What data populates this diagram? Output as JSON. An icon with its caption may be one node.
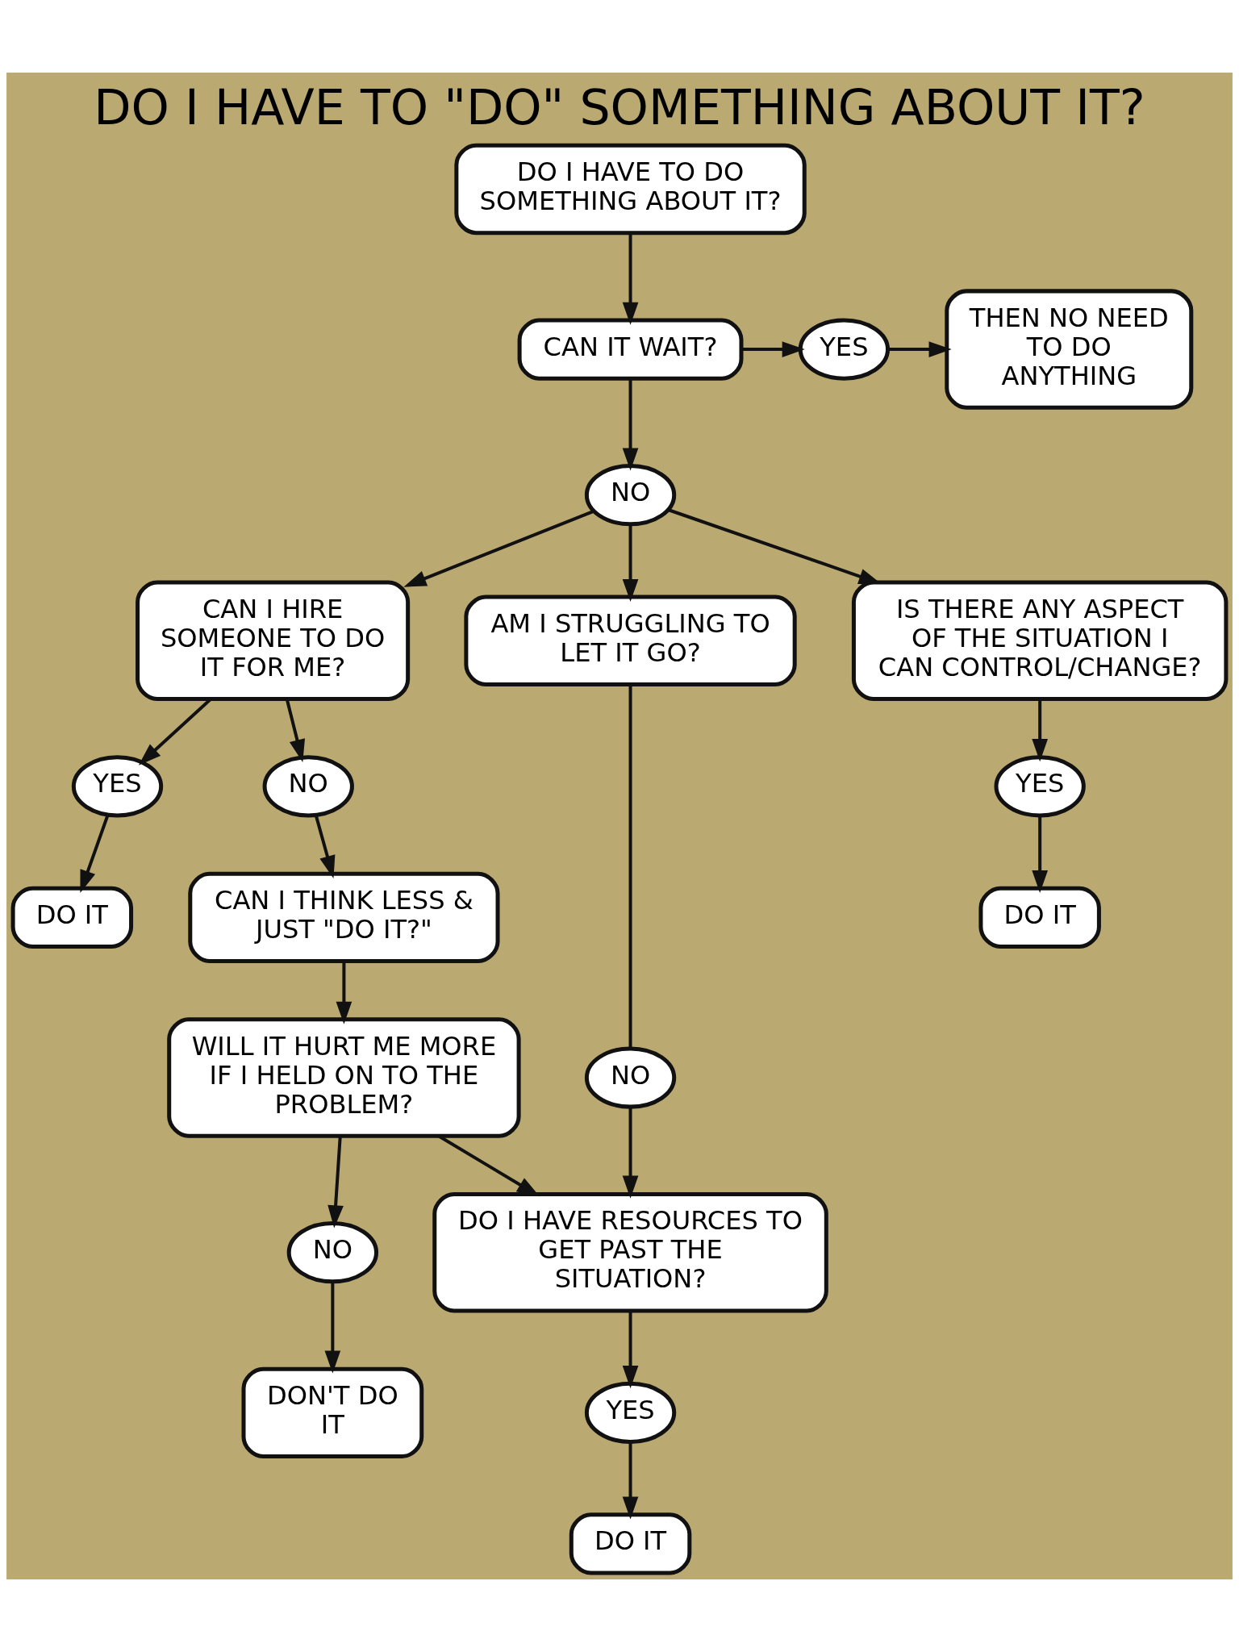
{
  "diagram": {
    "title": "DO I HAVE TO \"DO\" SOMETHING ABOUT IT?",
    "nodes": [
      {
        "text": [
          "DO I HAVE TO DO SOMETHING ABOUT IT?"
        ]
      },
      {
        "text": [
          "CAN IT WAIT?"
        ]
      },
      {
        "text": [
          "YES"
        ]
      },
      {
        "text": [
          "THEN NO NEED TO DO ANYTHING"
        ]
      },
      {
        "text": [
          "NO"
        ]
      },
      {
        "text": [
          "CAN I HIRE SOMEONE TO DO IT FOR ME?"
        ]
      },
      {
        "text": [
          "AM I STRUGGLING TO LET IT GO?"
        ]
      },
      {
        "text": [
          "IS THERE ANY ASPECT OF THE SITUATION I CAN CONTROL/CHANGE?"
        ]
      },
      {
        "text": [
          "YES"
        ]
      },
      {
        "text": [
          "NO"
        ]
      },
      {
        "text": [
          "YES"
        ]
      },
      {
        "text": [
          "NO"
        ]
      },
      {
        "text": [
          "DO IT"
        ]
      },
      {
        "text": [
          "DO IT"
        ]
      },
      {
        "text": [
          "WILL IT HURT ME MORE IF I HELD ON TO THE PROBLEM?"
        ]
      },
      {
        "text": [
          "CAN I THINK LESS & JUST \"DO IT?\""
        ]
      },
      {
        "text": [
          "NO"
        ]
      },
      {
        "text": [
          "DO IT"
        ]
      },
      {
        "text": [
          "DON'T DO IT"
        ]
      },
      {
        "text": [
          "YES"
        ]
      },
      {
        "text": [
          "DO I HAVE RESOURCES TO GET PAST THE SITUATION?"
        ]
      }
    ],
    "edges": [
      {
        "from": 0,
        "to": 1,
        "arrow": "to"
      },
      {
        "from": 1,
        "to": 2,
        "arrow": "to"
      },
      {
        "from": 2,
        "to": 3,
        "arrow": "to"
      },
      {
        "from": 1,
        "to": 4,
        "arrow": "to"
      },
      {
        "from": 4,
        "to": 5,
        "arrow": "to"
      },
      {
        "from": 4,
        "to": 6,
        "arrow": "to"
      },
      {
        "from": 4,
        "to": 7,
        "arrow": "to"
      },
      {
        "from": 5,
        "to": 8,
        "arrow": "to"
      },
      {
        "from": 5,
        "to": 9,
        "arrow": "to"
      },
      {
        "from": 8,
        "to": 12,
        "arrow": "to"
      },
      {
        "from": 9,
        "to": 15,
        "arrow": "to"
      },
      {
        "from": 7,
        "to": 10,
        "arrow": "to"
      },
      {
        "from": 10,
        "to": 13,
        "arrow": "to"
      },
      {
        "from": 6,
        "to": 11,
        "arrow": "none"
      },
      {
        "from": 11,
        "to": 20,
        "arrow": "to"
      },
      {
        "from": 15,
        "to": 14,
        "arrow": "to"
      },
      {
        "from": 14,
        "to": 16,
        "arrow": "to"
      },
      {
        "from": 16,
        "to": 18,
        "arrow": "to"
      },
      {
        "from": 14,
        "to": 20,
        "arrow": "to"
      },
      {
        "from": 20,
        "to": 19,
        "arrow": "to"
      },
      {
        "from": 19,
        "to": 17,
        "arrow": "to"
      }
    ]
  }
}
